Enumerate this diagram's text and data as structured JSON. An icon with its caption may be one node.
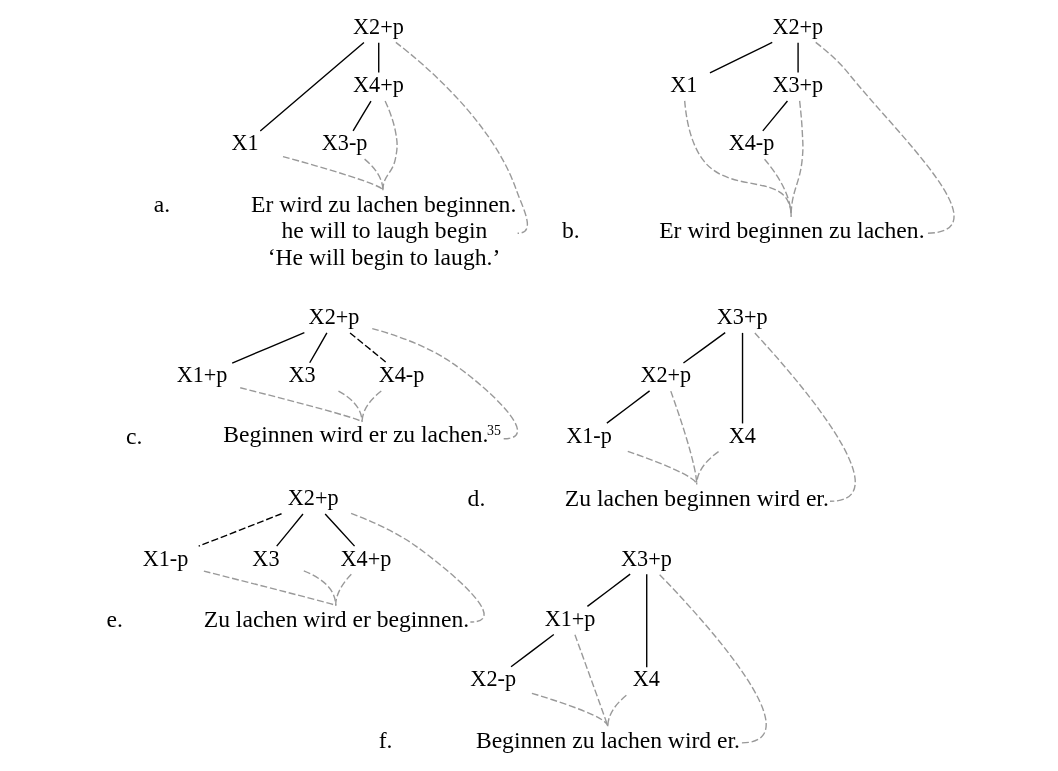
{
  "diagram": {
    "nodes": [
      {
        "text": [
          "X2+p"
        ]
      },
      {
        "text": [
          "X1"
        ]
      },
      {
        "text": [
          "X4+p"
        ]
      },
      {
        "text": [
          "X3-p"
        ]
      },
      {
        "text": [
          "Er wird zu lachen beginnen.",
          "he will to laugh begin",
          "‘He will begin to laugh.’"
        ],
        "beside": [
          "a."
        ]
      },
      {
        "text": [
          "X2+p"
        ]
      },
      {
        "text": [
          "X1"
        ]
      },
      {
        "text": [
          "X3+p"
        ]
      },
      {
        "text": [
          "X4-p"
        ]
      },
      {
        "text": [
          "Er wird beginnen zu lachen."
        ],
        "beside": [
          "b."
        ]
      },
      {
        "text": [
          "X2+p"
        ]
      },
      {
        "text": [
          "X1+p"
        ]
      },
      {
        "text": [
          "X3"
        ]
      },
      {
        "text": [
          "X4-p"
        ]
      },
      {
        "text": [
          "Beginnen wird er zu lachen.$^{35}$"
        ],
        "beside": [
          "c."
        ]
      },
      {
        "text": [
          "X3+p"
        ]
      },
      {
        "text": [
          "X2+p"
        ]
      },
      {
        "text": [
          "X4"
        ]
      },
      {
        "text": [
          "X1-p"
        ]
      },
      {
        "text": [
          "Zu lachen beginnen wird er."
        ],
        "beside": [
          "d."
        ]
      },
      {
        "text": [
          "X2+p"
        ]
      },
      {
        "text": [
          "X1-p"
        ]
      },
      {
        "text": [
          "X3"
        ]
      },
      {
        "text": [
          "X4+p"
        ]
      },
      {
        "text": [
          "Zu lachen wird er beginnen."
        ],
        "beside": [
          "e."
        ]
      },
      {
        "text": [
          "X3+p"
        ]
      },
      {
        "text": [
          "X1+p"
        ]
      },
      {
        "text": [
          "X4"
        ]
      },
      {
        "text": [
          "X2-p"
        ]
      },
      {
        "text": [
          "Beginnen zu lachen wird er."
        ],
        "beside": [
          "f."
        ]
      }
    ],
    "edges": [
      {
        "from": 0,
        "to": 1,
        "arrow": "none",
        "color": "#000000"
      },
      {
        "from": 0,
        "to": 2,
        "arrow": "none",
        "color": "#000000"
      },
      {
        "from": 2,
        "to": 3,
        "arrow": "none",
        "color": "#000000"
      },
      {
        "from": 1,
        "to": 4,
        "arrow": "none",
        "style": "dashed",
        "color": "#999999"
      },
      {
        "from": 0,
        "to": 4,
        "arrow": "none",
        "style": "dashed",
        "color": "#999999"
      },
      {
        "from": 3,
        "to": 4,
        "arrow": "none",
        "style": "dashed",
        "color": "#999999"
      },
      {
        "from": 2,
        "to": 4,
        "arrow": "none",
        "style": "dashed",
        "color": "#999999"
      },
      {
        "from": 5,
        "to": 6,
        "arrow": "none",
        "color": "#000000"
      },
      {
        "from": 5,
        "to": 7,
        "arrow": "none",
        "color": "#000000"
      },
      {
        "from": 7,
        "to": 8,
        "arrow": "none",
        "color": "#000000"
      },
      {
        "from": 6,
        "to": 9,
        "arrow": "none",
        "style": "dashed",
        "color": "#999999"
      },
      {
        "from": 5,
        "to": 9,
        "arrow": "none",
        "style": "dashed",
        "color": "#999999"
      },
      {
        "from": 7,
        "to": 9,
        "arrow": "none",
        "style": "dashed",
        "color": "#999999"
      },
      {
        "from": 8,
        "to": 9,
        "arrow": "none",
        "style": "dashed",
        "color": "#999999"
      },
      {
        "from": 10,
        "to": 11,
        "arrow": "none",
        "color": "#000000"
      },
      {
        "from": 10,
        "to": 12,
        "arrow": "none",
        "color": "#000000"
      },
      {
        "from": 10,
        "to": 13,
        "arrow": "none",
        "style": "dashed",
        "color": "#000000"
      },
      {
        "from": 11,
        "to": 14,
        "arrow": "none",
        "style": "dashed",
        "color": "#999999"
      },
      {
        "from": 10,
        "to": 14,
        "arrow": "none",
        "style": "dashed",
        "color": "#999999"
      },
      {
        "from": 12,
        "to": 14,
        "arrow": "none",
        "style": "dashed",
        "color": "#999999"
      },
      {
        "from": 13,
        "to": 14,
        "arrow": "none",
        "style": "dashed",
        "color": "#999999"
      },
      {
        "from": 15,
        "to": 16,
        "arrow": "none",
        "color": "#000000"
      },
      {
        "from": 15,
        "to": 17,
        "arrow": "none",
        "color": "#000000"
      },
      {
        "from": 16,
        "to": 18,
        "arrow": "none",
        "color": "#000000"
      },
      {
        "from": 18,
        "to": 19,
        "arrow": "none",
        "style": "dashed",
        "color": "#999999"
      },
      {
        "from": 16,
        "to": 19,
        "arrow": "none",
        "style": "dashed",
        "color": "#999999"
      },
      {
        "from": 15,
        "to": 19,
        "arrow": "none",
        "style": "dashed",
        "color": "#999999"
      },
      {
        "from": 17,
        "to": 19,
        "arrow": "none",
        "style": "dashed",
        "color": "#999999"
      },
      {
        "from": 20,
        "to": 21,
        "arrow": "none",
        "style": "dashed",
        "color": "#000000"
      },
      {
        "from": 20,
        "to": 22,
        "arrow": "none",
        "color": "#000000"
      },
      {
        "from": 20,
        "to": 23,
        "arrow": "none",
        "color": "#000000"
      },
      {
        "from": 21,
        "to": 24,
        "arrow": "none",
        "style": "dashed",
        "color": "#999999"
      },
      {
        "from": 20,
        "to": 24,
        "arrow": "none",
        "style": "dashed",
        "color": "#999999"
      },
      {
        "from": 22,
        "to": 24,
        "arrow": "none",
        "style": "dashed",
        "color": "#999999"
      },
      {
        "from": 23,
        "to": 24,
        "arrow": "none",
        "style": "dashed",
        "color": "#999999"
      },
      {
        "from": 25,
        "to": 26,
        "arrow": "none",
        "color": "#000000"
      },
      {
        "from": 25,
        "to": 27,
        "arrow": "none",
        "color": "#000000"
      },
      {
        "from": 26,
        "to": 28,
        "arrow": "none",
        "color": "#000000"
      },
      {
        "from": 26,
        "to": 29,
        "arrow": "none",
        "style": "dashed",
        "color": "#999999"
      },
      {
        "from": 28,
        "to": 29,
        "arrow": "none",
        "style": "dashed",
        "color": "#999999"
      },
      {
        "from": 25,
        "to": 29,
        "arrow": "none",
        "style": "dashed",
        "color": "#999999"
      },
      {
        "from": 27,
        "to": 29,
        "arrow": "none",
        "style": "dashed",
        "color": "#999999"
      }
    ]
  }
}
